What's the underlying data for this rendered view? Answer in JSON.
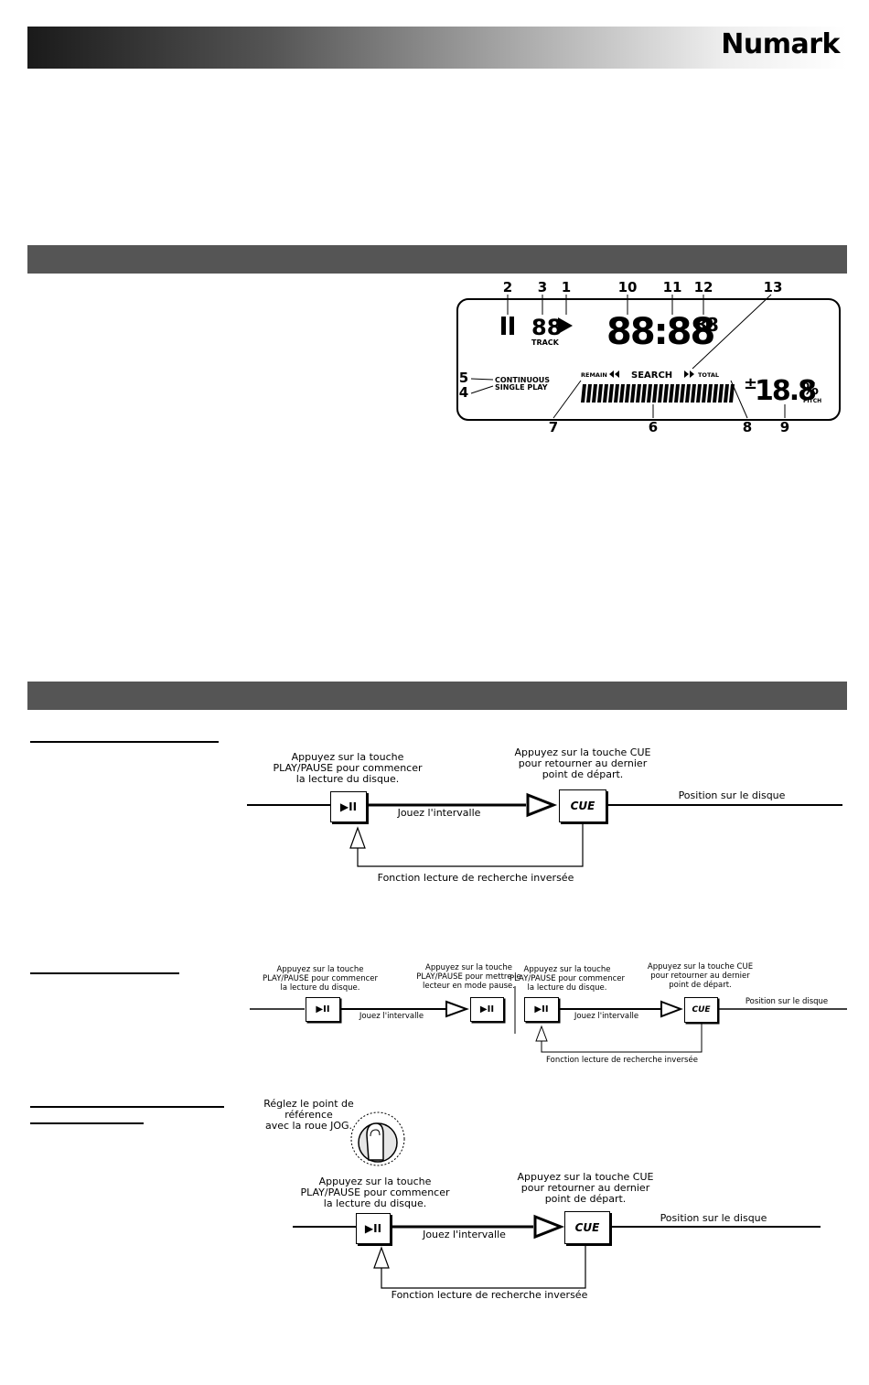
{
  "brand": "Numark",
  "lcd": {
    "callouts": [
      "1",
      "2",
      "3",
      "4",
      "5",
      "6",
      "7",
      "8",
      "9",
      "10",
      "11",
      "12",
      "13"
    ],
    "track_digits": "88",
    "track_label": "TRACK",
    "time_digits": "88:88",
    "frame_digits": "88",
    "continuous": "CONTINUOUS",
    "single_play": "SINGLE PLAY",
    "remain": "REMAIN",
    "search": "SEARCH",
    "total": "TOTAL",
    "pitch_value": "18.8",
    "pitch_unit": "%",
    "pitch_label": "PITCH"
  },
  "diagram1": {
    "play_caption": [
      "Appuyez sur la touche",
      "PLAY/PAUSE pour commencer",
      "la lecture du disque."
    ],
    "cue_caption": [
      "Appuyez sur la touche CUE",
      "pour retourner au dernier",
      "point de départ."
    ],
    "interval": "Jouez l'intervalle",
    "position": "Position sur le disque",
    "reverse": "Fonction lecture de recherche inversée",
    "play_btn": "▶II",
    "cue_btn": "CUE"
  },
  "diagram2": {
    "play_caption": [
      "Appuyez sur la touche",
      "PLAY/PAUSE pour commencer",
      "la lecture du disque."
    ],
    "pause_caption": [
      "Appuyez sur la touche",
      "PLAY/PAUSE pour mettre le",
      "lecteur en mode pause."
    ],
    "play_caption2": [
      "Appuyez sur la touche",
      "PLAY/PAUSE pour commencer",
      "la lecture du disque."
    ],
    "cue_caption": [
      "Appuyez sur la touche CUE",
      "pour retourner au dernier",
      "point de départ."
    ],
    "interval": "Jouez l'intervalle",
    "position": "Position sur le disque",
    "reverse": "Fonction lecture de recherche inversée",
    "play_btn": "▶II",
    "cue_btn": "CUE"
  },
  "diagram3": {
    "jog_caption": [
      "Réglez le point de référence",
      "avec la roue JOG."
    ],
    "play_caption": [
      "Appuyez sur la touche",
      "PLAY/PAUSE pour commencer",
      "la lecture du disque."
    ],
    "cue_caption": [
      "Appuyez sur la touche CUE",
      "pour retourner au dernier",
      "point de départ."
    ],
    "interval": "Jouez l'intervalle",
    "position": "Position sur le disque",
    "reverse": "Fonction lecture de recherche inversée",
    "play_btn": "▶II",
    "cue_btn": "CUE"
  }
}
